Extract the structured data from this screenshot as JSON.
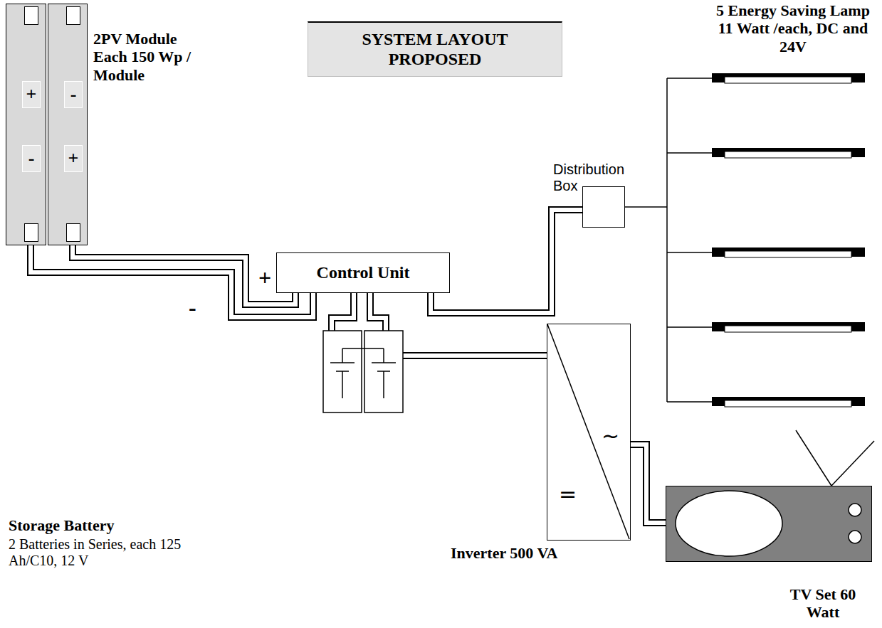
{
  "diagram": {
    "nodes": [
      {
        "text": [
          "+",
          "-"
        ]
      },
      {
        "text": [
          "-",
          "+",
          "2PV Module Each 150 Wp / Module"
        ]
      },
      {
        "text": [
          "SYSTEM LAYOUT PROPOSED"
        ]
      },
      {
        "text": [
          "Control Unit"
        ]
      },
      {
        "text": [
          "Distribution Box"
        ]
      },
      {
        "text": [
          "~",
          "=",
          "Inverter 500 VA"
        ]
      },
      {
        "text": [
          "TV Set 60 Watt"
        ]
      }
    ],
    "edges": [
      {
        "from": 0,
        "to": 3,
        "label": "-",
        "arrow": "none"
      },
      {
        "from": 1,
        "to": 3,
        "label": "+",
        "arrow": "none"
      },
      {
        "from": 3,
        "to": 4,
        "arrow": "none"
      },
      {
        "from": 5,
        "to": 6,
        "arrow": "none"
      }
    ],
    "labels": [
      "5 Energy Saving Lamp 11 Watt /each, DC and 24V",
      "Storage Battery",
      "2 Batteries in Series, each 125 Ah/C10, 12 V"
    ]
  }
}
